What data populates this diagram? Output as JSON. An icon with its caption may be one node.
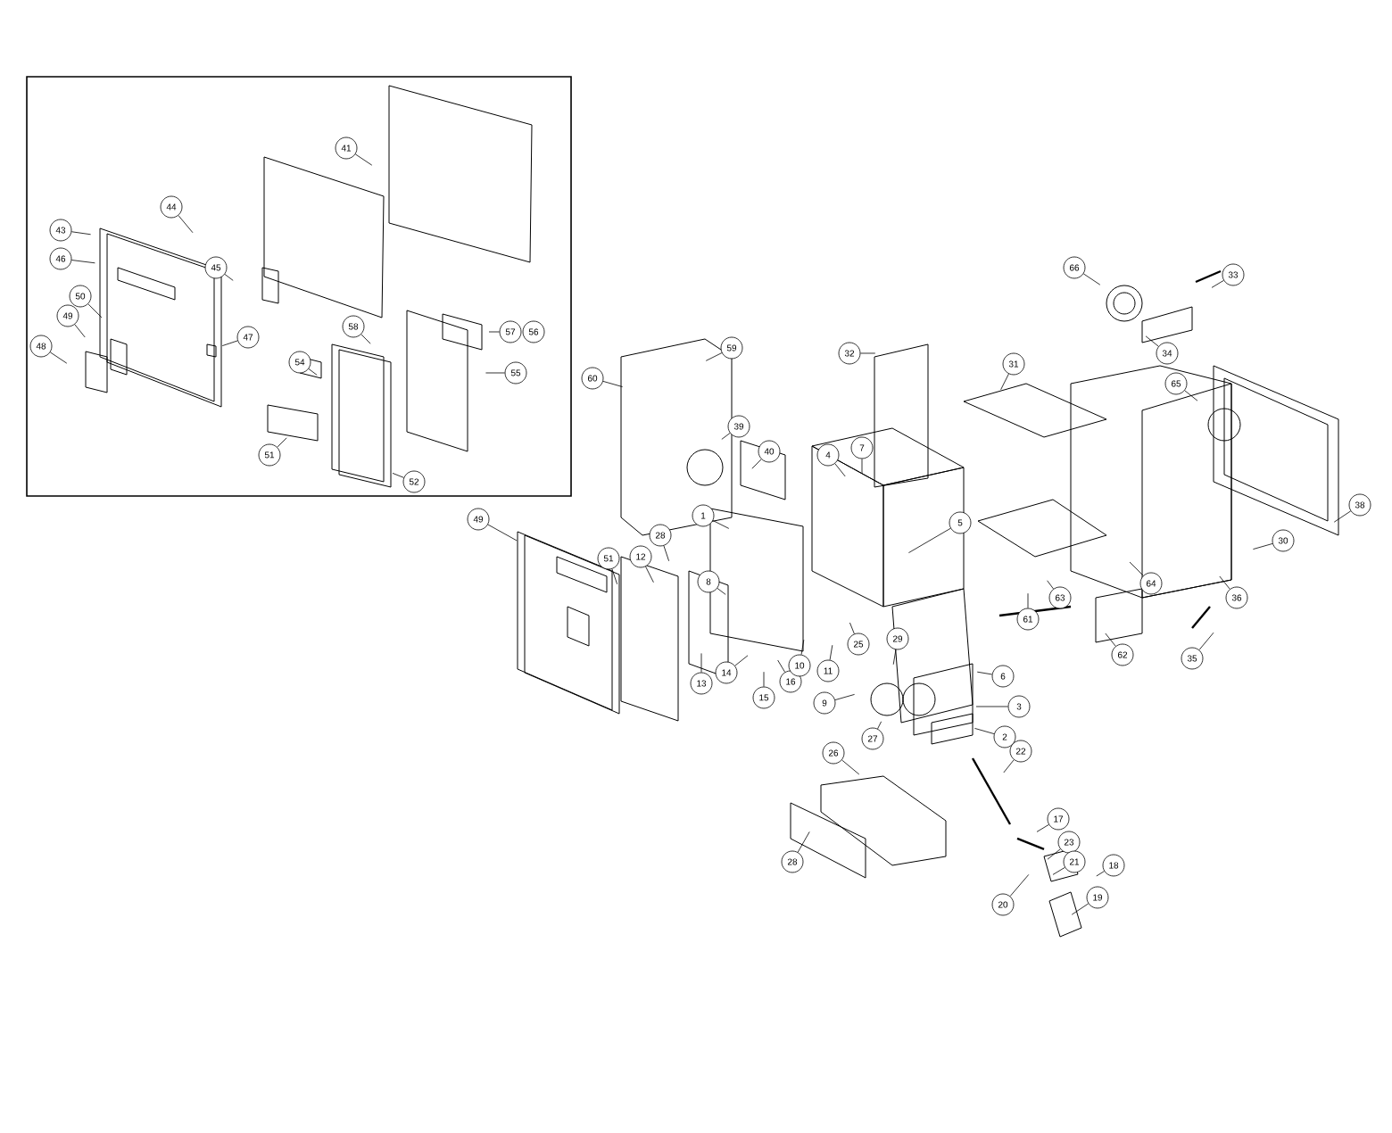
{
  "diagram": {
    "nodes": [
      {
        "text": [
          "41"
        ]
      },
      {
        "text": [
          "44"
        ]
      },
      {
        "text": [
          "43"
        ]
      },
      {
        "text": [
          "46"
        ]
      },
      {
        "text": [
          "45"
        ]
      },
      {
        "text": [
          "50"
        ]
      },
      {
        "text": [
          "49"
        ]
      },
      {
        "text": [
          "48"
        ]
      },
      {
        "text": [
          "47"
        ]
      },
      {
        "text": [
          "58"
        ]
      },
      {
        "text": [
          "57"
        ]
      },
      {
        "text": [
          "56"
        ]
      },
      {
        "text": [
          "55"
        ]
      },
      {
        "text": [
          "54"
        ]
      },
      {
        "text": [
          "51"
        ]
      },
      {
        "text": [
          "52"
        ]
      },
      {
        "text": [
          "60"
        ]
      },
      {
        "text": [
          "59"
        ]
      },
      {
        "text": [
          "39"
        ]
      },
      {
        "text": [
          "40"
        ]
      },
      {
        "text": [
          "49"
        ]
      },
      {
        "text": [
          "1"
        ]
      },
      {
        "text": [
          "51"
        ]
      },
      {
        "text": [
          "28"
        ]
      },
      {
        "text": [
          "12"
        ]
      },
      {
        "text": [
          "8"
        ]
      },
      {
        "text": [
          "13"
        ]
      },
      {
        "text": [
          "14"
        ]
      },
      {
        "text": [
          "15"
        ]
      },
      {
        "text": [
          "16"
        ]
      },
      {
        "text": [
          "32"
        ]
      },
      {
        "text": [
          "4"
        ]
      },
      {
        "text": [
          "7"
        ]
      },
      {
        "text": [
          "5"
        ]
      },
      {
        "text": [
          "10"
        ]
      },
      {
        "text": [
          "11"
        ]
      },
      {
        "text": [
          "25"
        ]
      },
      {
        "text": [
          "29"
        ]
      },
      {
        "text": [
          "9"
        ]
      },
      {
        "text": [
          "6"
        ]
      },
      {
        "text": [
          "3"
        ]
      },
      {
        "text": [
          "27"
        ]
      },
      {
        "text": [
          "2"
        ]
      },
      {
        "text": [
          "22"
        ]
      },
      {
        "text": [
          "31"
        ]
      },
      {
        "text": [
          "61"
        ]
      },
      {
        "text": [
          "63"
        ]
      },
      {
        "text": [
          "66"
        ]
      },
      {
        "text": [
          "33"
        ]
      },
      {
        "text": [
          "34"
        ]
      },
      {
        "text": [
          "65"
        ]
      },
      {
        "text": [
          "38"
        ]
      },
      {
        "text": [
          "30"
        ]
      },
      {
        "text": [
          "64"
        ]
      },
      {
        "text": [
          "36"
        ]
      },
      {
        "text": [
          "62"
        ]
      },
      {
        "text": [
          "35"
        ]
      },
      {
        "text": [
          "26"
        ]
      },
      {
        "text": [
          "28"
        ]
      },
      {
        "text": [
          "17"
        ]
      },
      {
        "text": [
          "23"
        ]
      },
      {
        "text": [
          "21"
        ]
      },
      {
        "text": [
          "18"
        ]
      },
      {
        "text": [
          "20"
        ]
      },
      {
        "text": [
          "19"
        ]
      }
    ],
    "edges": [
      {
        "from": 0,
        "to": null,
        "arrow": "none"
      },
      {
        "from": 1,
        "to": null,
        "arrow": "none"
      },
      {
        "from": 2,
        "to": null,
        "arrow": "none"
      },
      {
        "from": 3,
        "to": null,
        "arrow": "none"
      },
      {
        "from": 4,
        "to": null,
        "arrow": "none"
      },
      {
        "from": 5,
        "to": null,
        "arrow": "none"
      },
      {
        "from": 6,
        "to": null,
        "arrow": "none"
      },
      {
        "from": 7,
        "to": null,
        "arrow": "none"
      },
      {
        "from": 8,
        "to": null,
        "arrow": "none"
      },
      {
        "from": 9,
        "to": null,
        "arrow": "none"
      },
      {
        "from": 10,
        "to": null,
        "arrow": "none"
      },
      {
        "from": 12,
        "to": null,
        "arrow": "none"
      },
      {
        "from": 13,
        "to": null,
        "arrow": "none"
      },
      {
        "from": 14,
        "to": null,
        "arrow": "none"
      },
      {
        "from": 15,
        "to": null,
        "arrow": "none"
      },
      {
        "from": 16,
        "to": null,
        "arrow": "none"
      },
      {
        "from": 17,
        "to": null,
        "arrow": "none"
      },
      {
        "from": 18,
        "to": null,
        "arrow": "none"
      },
      {
        "from": 19,
        "to": null,
        "arrow": "none"
      },
      {
        "from": 20,
        "to": null,
        "arrow": "none"
      },
      {
        "from": 21,
        "to": null,
        "arrow": "none"
      },
      {
        "from": 22,
        "to": null,
        "arrow": "none"
      },
      {
        "from": 23,
        "to": null,
        "arrow": "none"
      },
      {
        "from": 24,
        "to": null,
        "arrow": "none"
      },
      {
        "from": 25,
        "to": null,
        "arrow": "none"
      },
      {
        "from": 26,
        "to": null,
        "arrow": "none"
      },
      {
        "from": 27,
        "to": null,
        "arrow": "none"
      },
      {
        "from": 28,
        "to": null,
        "arrow": "none"
      },
      {
        "from": 29,
        "to": null,
        "arrow": "none"
      },
      {
        "from": 30,
        "to": null,
        "arrow": "none"
      },
      {
        "from": 31,
        "to": null,
        "arrow": "none"
      },
      {
        "from": 32,
        "to": null,
        "arrow": "none"
      },
      {
        "from": 33,
        "to": null,
        "arrow": "none"
      },
      {
        "from": 34,
        "to": null,
        "arrow": "none"
      },
      {
        "from": 35,
        "to": null,
        "arrow": "none"
      },
      {
        "from": 36,
        "to": null,
        "arrow": "none"
      },
      {
        "from": 37,
        "to": null,
        "arrow": "none"
      },
      {
        "from": 38,
        "to": null,
        "arrow": "none"
      },
      {
        "from": 39,
        "to": null,
        "arrow": "none"
      },
      {
        "from": 40,
        "to": null,
        "arrow": "none"
      },
      {
        "from": 41,
        "to": null,
        "arrow": "none"
      },
      {
        "from": 42,
        "to": null,
        "arrow": "none"
      },
      {
        "from": 43,
        "to": null,
        "arrow": "none"
      },
      {
        "from": 44,
        "to": null,
        "arrow": "none"
      },
      {
        "from": 45,
        "to": null,
        "arrow": "none"
      },
      {
        "from": 46,
        "to": null,
        "arrow": "none"
      },
      {
        "from": 47,
        "to": null,
        "arrow": "none"
      },
      {
        "from": 48,
        "to": null,
        "arrow": "none"
      },
      {
        "from": 49,
        "to": null,
        "arrow": "none"
      },
      {
        "from": 50,
        "to": null,
        "arrow": "none"
      },
      {
        "from": 51,
        "to": null,
        "arrow": "none"
      },
      {
        "from": 52,
        "to": null,
        "arrow": "none"
      },
      {
        "from": 53,
        "to": null,
        "arrow": "none"
      },
      {
        "from": 54,
        "to": null,
        "arrow": "none"
      },
      {
        "from": 55,
        "to": null,
        "arrow": "none"
      },
      {
        "from": 56,
        "to": null,
        "arrow": "none"
      },
      {
        "from": 57,
        "to": null,
        "arrow": "none"
      },
      {
        "from": 58,
        "to": null,
        "arrow": "none"
      },
      {
        "from": 59,
        "to": null,
        "arrow": "none"
      },
      {
        "from": 60,
        "to": null,
        "arrow": "none"
      },
      {
        "from": 61,
        "to": null,
        "arrow": "none"
      },
      {
        "from": 62,
        "to": null,
        "arrow": "none"
      },
      {
        "from": 63,
        "to": null,
        "arrow": "none"
      },
      {
        "from": 64,
        "to": null,
        "arrow": "none"
      }
    ]
  }
}
